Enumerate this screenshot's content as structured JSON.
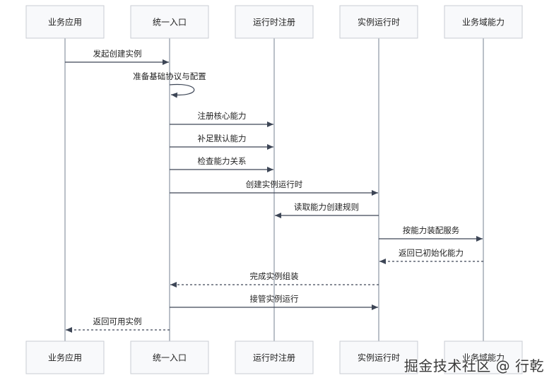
{
  "actors": [
    "业务应用",
    "统一入口",
    "运行时注册",
    "实例运行时",
    "业务域能力"
  ],
  "messages": [
    {
      "from": 0,
      "to": 1,
      "label": "发起创建实例",
      "style": "solid"
    },
    {
      "from": 1,
      "to": 1,
      "label": "准备基础协议与配置",
      "style": "self"
    },
    {
      "from": 1,
      "to": 2,
      "label": "注册核心能力",
      "style": "solid"
    },
    {
      "from": 1,
      "to": 2,
      "label": "补足默认能力",
      "style": "solid"
    },
    {
      "from": 1,
      "to": 2,
      "label": "检查能力关系",
      "style": "solid"
    },
    {
      "from": 1,
      "to": 3,
      "label": "创建实例运行时",
      "style": "solid"
    },
    {
      "from": 3,
      "to": 2,
      "label": "读取能力创建规则",
      "style": "solid"
    },
    {
      "from": 3,
      "to": 4,
      "label": "按能力装配服务",
      "style": "solid"
    },
    {
      "from": 4,
      "to": 3,
      "label": "返回已初始化能力",
      "style": "dashed"
    },
    {
      "from": 3,
      "to": 1,
      "label": "完成实例组装",
      "style": "dashed"
    },
    {
      "from": 1,
      "to": 3,
      "label": "接管实例运行",
      "style": "solid"
    },
    {
      "from": 1,
      "to": 0,
      "label": "返回可用实例",
      "style": "dashed"
    }
  ],
  "watermark": "掘金技术社区 @ 行乾",
  "colors": {
    "line": "#3d4656",
    "lifeline": "#8d96a3",
    "box_fill": "#f8f9fb",
    "box_stroke": "#c9ccd3"
  }
}
